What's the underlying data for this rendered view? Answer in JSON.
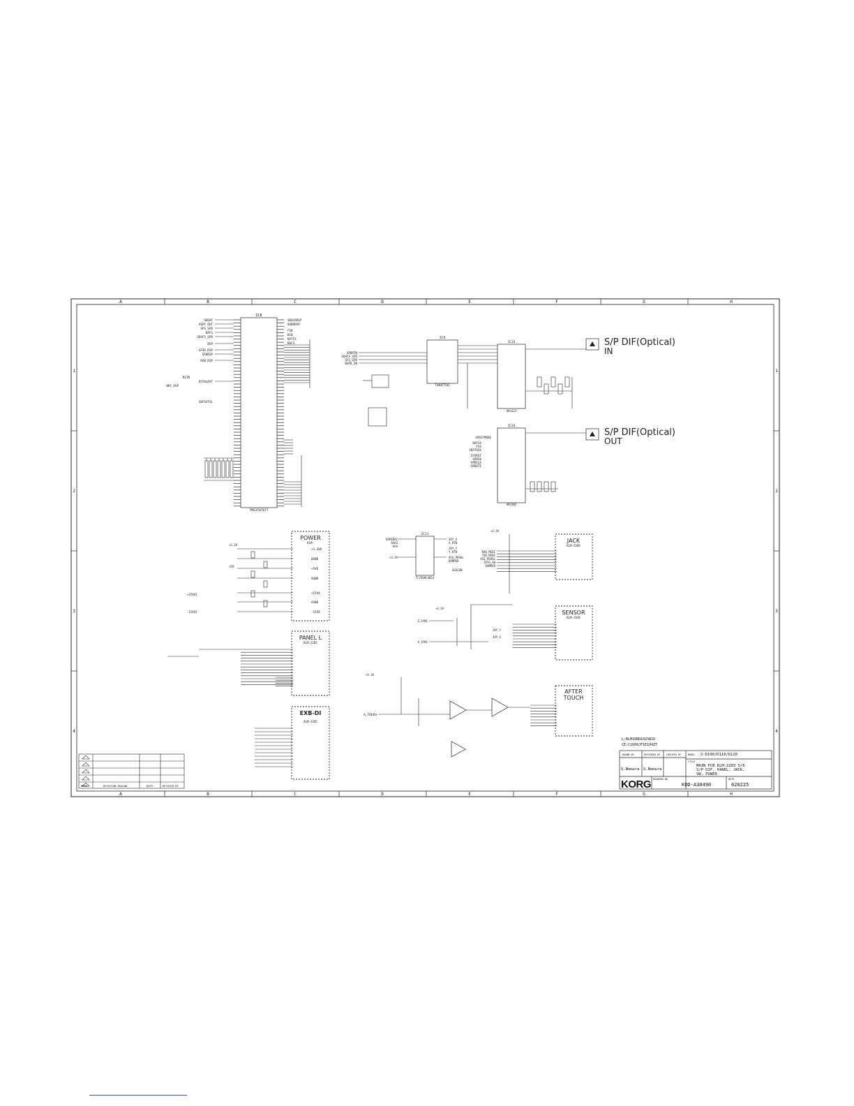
{
  "grid": {
    "columns": [
      "A",
      "B",
      "C",
      "D",
      "E",
      "F",
      "G",
      "H"
    ],
    "rows": [
      "1",
      "2",
      "3",
      "4"
    ]
  },
  "spdif": {
    "in_title": "S/P DIF(Optical)",
    "in_sub": "IN",
    "out_title": "S/P DIF(Optical)",
    "out_sub": "OUT"
  },
  "ics": {
    "dsp": "IC8",
    "dsp_part": "TMS3707077",
    "buf": "IC9",
    "buf_part": "74AHCT541",
    "rx": "IC33",
    "rx_part": "AK4122",
    "tx": "IC34",
    "tx_part": "AK4103",
    "ic11": "IC11",
    "ic11_part": "TC74VHC4053"
  },
  "connectors": {
    "power": {
      "title": "POWER",
      "sub": "KLM-",
      "pins": [
        "+3.3VD",
        "DGND",
        "+5VD",
        "AGND",
        "+15VA",
        "AGND",
        "-15VA"
      ]
    },
    "panel": {
      "title": "PANEL L",
      "sub": "KLM-2285"
    },
    "exb": {
      "title": "EXB-DI",
      "sub": "KLM-2285"
    },
    "jack": {
      "title": "JACK",
      "sub": "KLM-2289"
    },
    "sensor": {
      "title": "SENSOR",
      "sub": "KLM-1928"
    },
    "after": {
      "title": "AFTER",
      "title2": "TOUCH"
    }
  },
  "nets": {
    "dsp_left": [
      "SDOUT",
      "ASPY_OUT",
      "SFS_SPD",
      "BAFS",
      "SDAFS_SPD",
      "BSP",
      "SFSD_DSP",
      "SCKDSP",
      "RXB_DSP",
      "RSTN",
      "BDY_DSP",
      "EXTALRST",
      "SDFSXTAL"
    ],
    "dsp_right": [
      "SDOLRDSP",
      "SDBRDSP",
      "FSB",
      "BCB",
      "BATIX",
      "BAFS"
    ],
    "spdif_in_left": [
      "SPDRTN",
      "SDAFS_SPD",
      "SFS_SPD",
      "BSPD_IN"
    ],
    "tx_left": [
      "SPDIFMODE",
      "BAFSS",
      "FSS",
      "SDATASS",
      "SYSRST",
      "SPDCK",
      "SPDCLK",
      "SPDOTI"
    ],
    "ic11_left": [
      "ASPEDAL",
      "AGX2",
      "AGX",
      "+3.3V"
    ],
    "ic11_right": [
      "JOY_X",
      "X_RTN",
      "JOY_Y",
      "Y_RTN",
      "ASS_PEDAL",
      "DAMPER",
      "AGSCAN"
    ],
    "jack_left": [
      "RXD_MIDI",
      "TXD_MIDI",
      "ASS_PEDAL",
      "JOYS_SW",
      "DAMPER"
    ],
    "sensor_left": [
      "Z_SYNC",
      "X_SYNC",
      "JOY_Y",
      "JOY_X"
    ],
    "after_left": [
      "A_TOUCH"
    ],
    "supply": [
      "+3.3V",
      "+5V",
      "+15VA2",
      "-15VA2"
    ]
  },
  "parts": {
    "lines1": "L:BLM18BD102SN1D",
    "lines2": "CE:C1608JF1E104ZT"
  },
  "revision_table": {
    "mark": "MARK",
    "reason": "REVISION REASON",
    "date": "DATE",
    "revised_by": "REVISED BY",
    "triangles": 5
  },
  "title_block": {
    "drawn_by_label": "DRAWN BY",
    "designed_by_label": "DESIGNED BY",
    "checked_by_label": "CHECKED BY",
    "drawn_by": "S.Nomura",
    "designed_by": "S.Nomura",
    "model_label": "MODEL",
    "model": "X-D100/D110/D120",
    "title_label": "TITLE",
    "title_line1": "MAIN PCB KLM-2283  5/6",
    "title_line2": "S/P DIF, PANEL, JACK,",
    "title_line3": "SW, POWER",
    "logo": "KORG",
    "drawing_no_label": "DRAWING NO",
    "drawing_no": "KOD-A30490",
    "date_label": "DATE",
    "date": "020225"
  }
}
